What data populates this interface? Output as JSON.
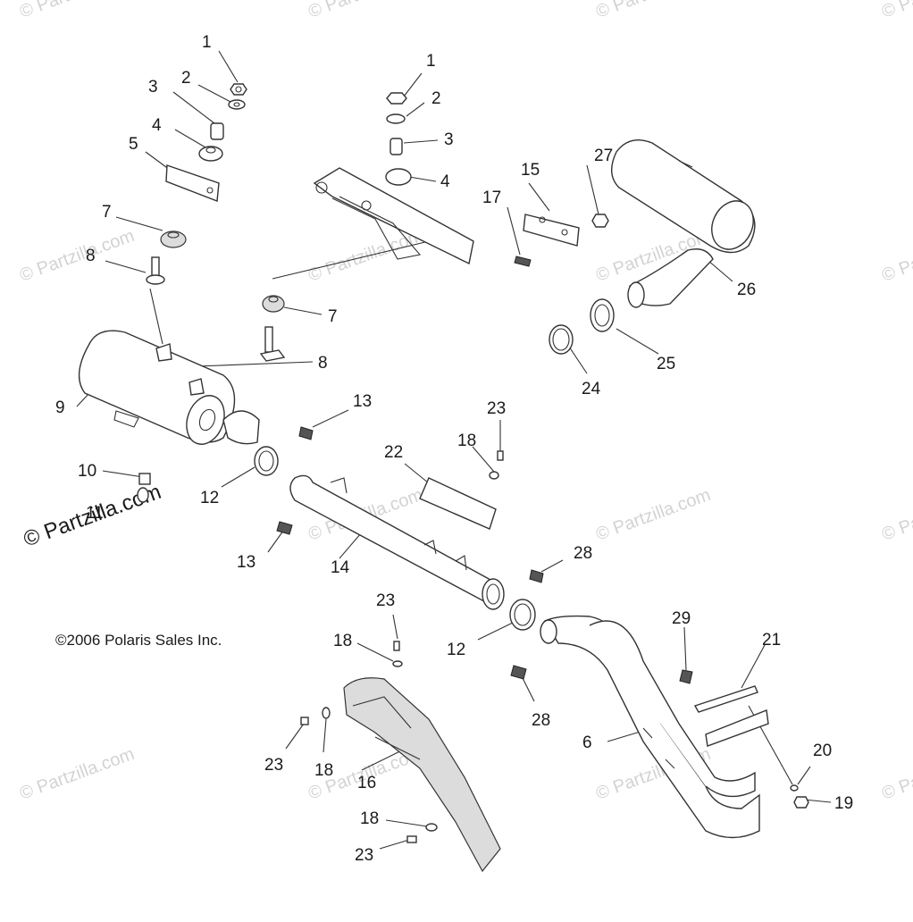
{
  "watermark": "© Partzilla.com",
  "copyright": "©2006 Polaris Sales Inc.",
  "callouts": [
    "1",
    "2",
    "3",
    "4",
    "5",
    "7",
    "8",
    "9",
    "10",
    "11",
    "12",
    "13",
    "14",
    "15",
    "16",
    "17",
    "18",
    "19",
    "20",
    "21",
    "22",
    "23",
    "24",
    "25",
    "26",
    "27",
    "28",
    "29",
    "6"
  ],
  "labels": [
    "1",
    "2",
    "3",
    "4",
    "5",
    "7",
    "8",
    "1",
    "2",
    "3",
    "4",
    "7",
    "8",
    "9",
    "10",
    "11",
    "12",
    "13",
    "13",
    "14",
    "12",
    "15",
    "17",
    "27",
    "26",
    "25",
    "24",
    "22",
    "23",
    "18",
    "28",
    "28",
    "23",
    "18",
    "23",
    "18",
    "16",
    "18",
    "23",
    "29",
    "21",
    "6",
    "20",
    "19"
  ]
}
